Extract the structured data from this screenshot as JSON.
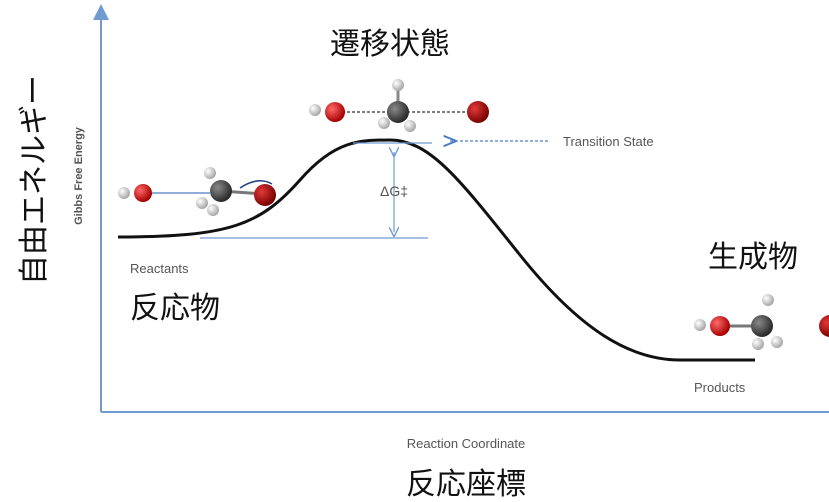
{
  "labels": {
    "transition_state_jp": "遷移状態",
    "transition_state_en": "Transition State",
    "reactants_en": "Reactants",
    "reactants_jp": "反応物",
    "products_jp": "生成物",
    "products_en": "Products",
    "delta_g": "ΔG‡",
    "y_axis_en": "Gibbs Free Energy",
    "y_axis_jp": "自由エネルギー",
    "x_axis_en": "Reaction Coordinate",
    "x_axis_jp": "反応座標"
  },
  "colors": {
    "axis": "#6f9bd1",
    "curve": "#111111",
    "oxygen": "#cc1111",
    "carbon": "#444444",
    "hydrogen": "#d8d8d8",
    "bromine": "#aa1010",
    "arrow": "#4a7cc0"
  },
  "icons": {
    "reactant": "hydroxide-methyl-bromide-molecule-icon",
    "transition": "transition-state-molecule-icon",
    "product": "methanol-bromide-molecule-icon"
  }
}
